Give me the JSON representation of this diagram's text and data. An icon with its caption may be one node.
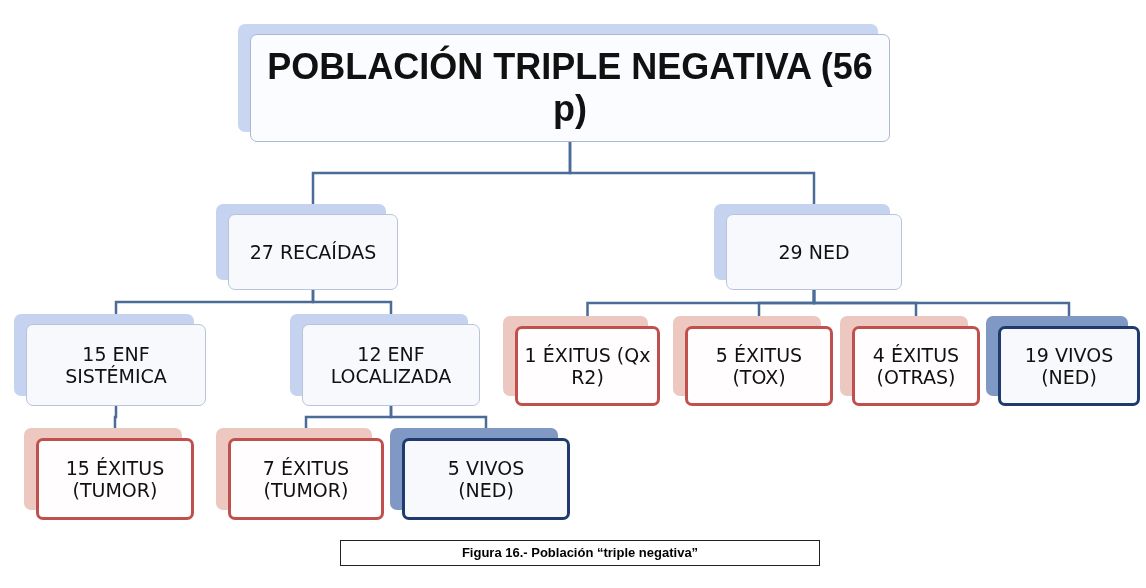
{
  "diagram": {
    "caption": "Figura 16.- Población “triple negativa”",
    "nodes": [
      {
        "text": [
          "POBLACIÓN TRIPLE NEGATIVA (56 p)"
        ]
      },
      {
        "text": [
          "27 RECAÍDAS"
        ]
      },
      {
        "text": [
          "29 NED"
        ]
      },
      {
        "text": [
          "15 ENF SISTÉMICA"
        ]
      },
      {
        "text": [
          "12 ENF LOCALIZADA"
        ]
      },
      {
        "text": [
          "1 ÉXITUS (Qx R2)"
        ]
      },
      {
        "text": [
          "5 ÉXITUS (TOX)"
        ]
      },
      {
        "text": [
          "4 ÉXITUS (OTRAS)"
        ]
      },
      {
        "text": [
          "19 VIVOS (NED)"
        ]
      },
      {
        "text": [
          "15 ÉXITUS (TUMOR)"
        ]
      },
      {
        "text": [
          "7 ÉXITUS (TUMOR)"
        ]
      },
      {
        "text": [
          "5 VIVOS (NED)"
        ]
      }
    ],
    "edges": [
      {
        "from": 0,
        "to": 1,
        "arrow": "none"
      },
      {
        "from": 0,
        "to": 2,
        "arrow": "none"
      },
      {
        "from": 1,
        "to": 3,
        "arrow": "none"
      },
      {
        "from": 1,
        "to": 4,
        "arrow": "none"
      },
      {
        "from": 2,
        "to": 5,
        "arrow": "none"
      },
      {
        "from": 2,
        "to": 6,
        "arrow": "none"
      },
      {
        "from": 2,
        "to": 7,
        "arrow": "none"
      },
      {
        "from": 2,
        "to": 8,
        "arrow": "none"
      },
      {
        "from": 3,
        "to": 9,
        "arrow": "none"
      },
      {
        "from": 4,
        "to": 10,
        "arrow": "none"
      },
      {
        "from": 4,
        "to": 11,
        "arrow": "none"
      }
    ]
  }
}
